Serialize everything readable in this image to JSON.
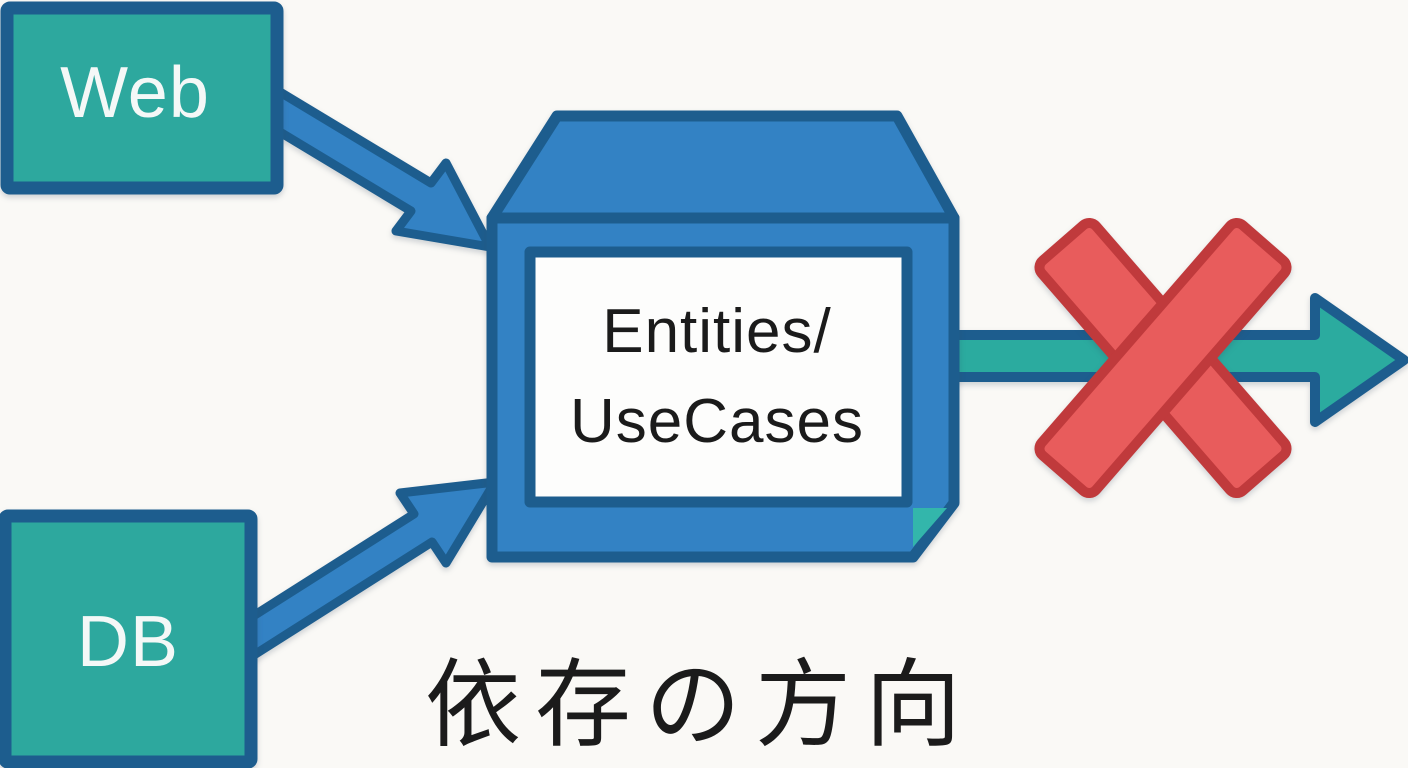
{
  "diagram": {
    "caption": "依存の方向",
    "nodes": {
      "web": {
        "label": "Web"
      },
      "db": {
        "label": "DB"
      },
      "core": {
        "label_line1": "Entities/",
        "label_line2": "UseCases"
      }
    },
    "icons": {
      "x_mark": "x-mark-forbidden-icon",
      "outward_arrow": "right-arrow-icon",
      "web_arrow": "diagonal-arrow-icon",
      "db_arrow": "diagonal-arrow-icon"
    },
    "colors": {
      "background": "#faf9f6",
      "teal": "#2da89e",
      "teal_bright": "#33b6ab",
      "teal_arrow": "#2bab9f",
      "blue": "#3382c4",
      "outline_blue": "#1d5d8e",
      "panel_white": "#fdfdfc",
      "red": "#e85c5c",
      "red_outline": "#c03a3c",
      "text_dark": "#1b1b1b",
      "text_light": "#f4f8f7"
    }
  }
}
